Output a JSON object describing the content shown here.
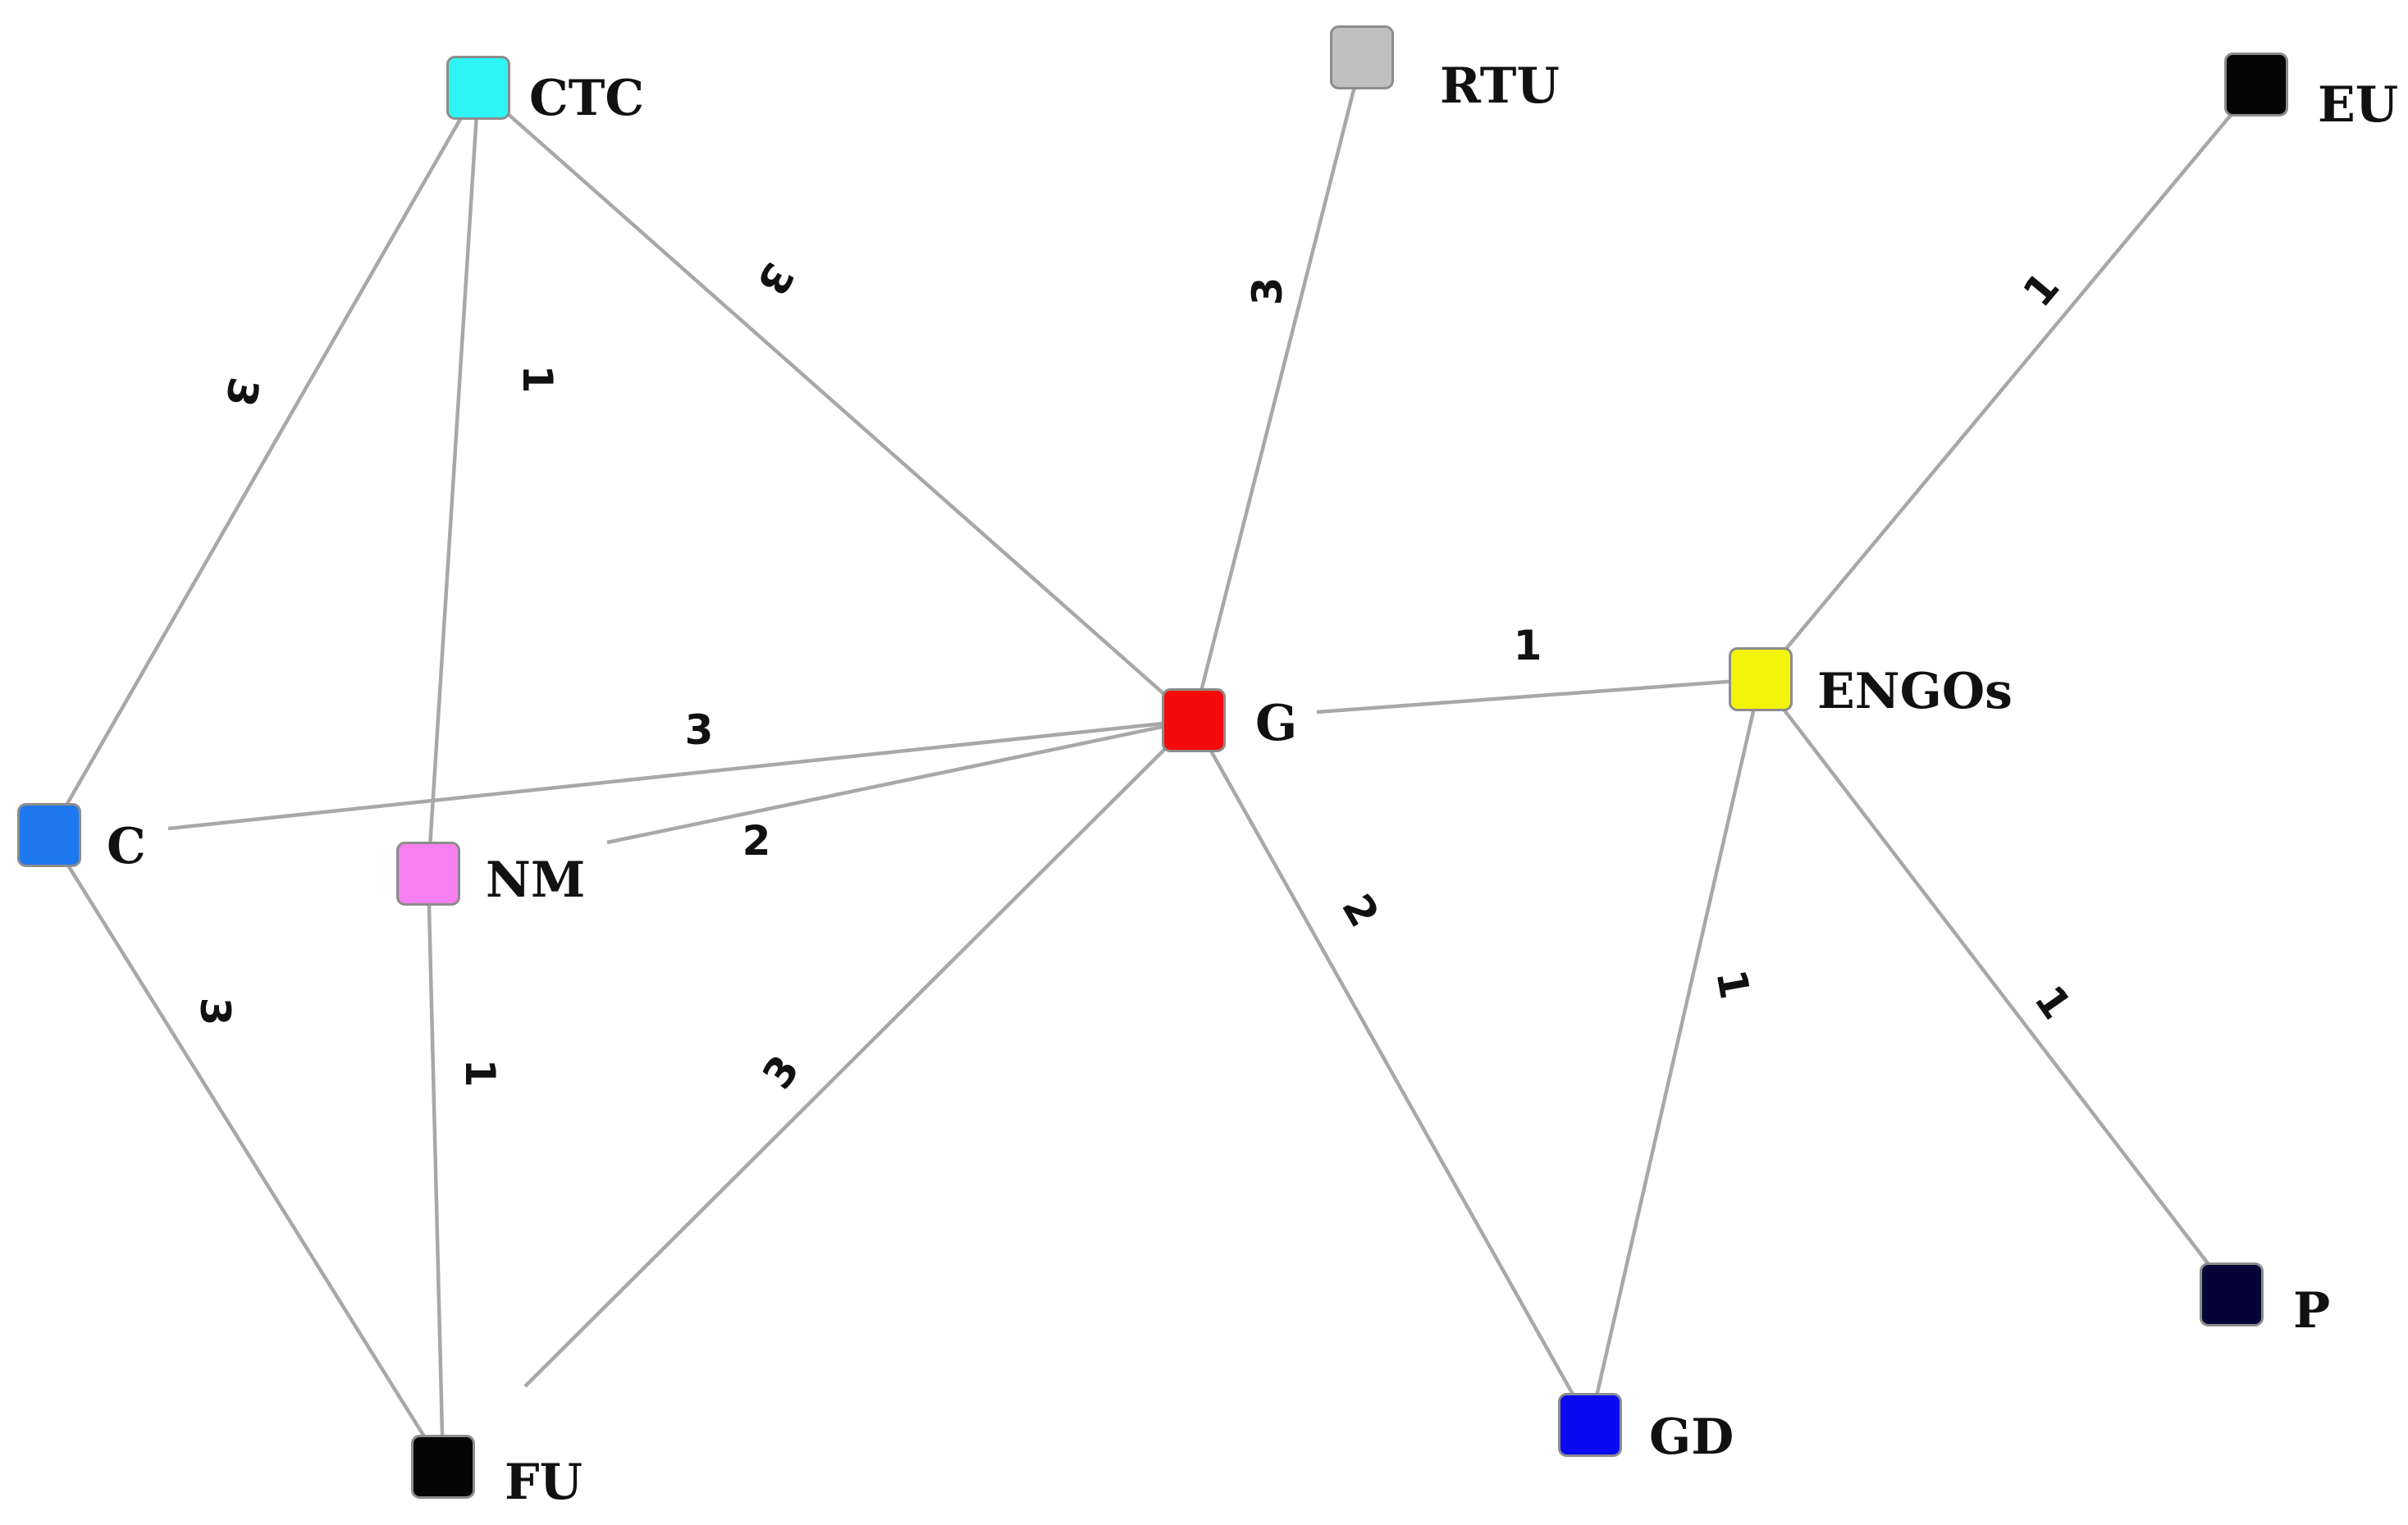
{
  "nodes": [
    {
      "id": "CTC",
      "label": "CTC",
      "color": "#2ff4f4"
    },
    {
      "id": "RTU",
      "label": "RTU",
      "color": "#bfbfbf"
    },
    {
      "id": "EU",
      "label": "EU",
      "color": "#050505"
    },
    {
      "id": "G",
      "label": "G",
      "color": "#f40a0a"
    },
    {
      "id": "ENGOs",
      "label": "ENGOs",
      "color": "#f4f40a"
    },
    {
      "id": "C",
      "label": "C",
      "color": "#1e78f0"
    },
    {
      "id": "NM",
      "label": "NM",
      "color": "#f77ff0"
    },
    {
      "id": "FU",
      "label": "FU",
      "color": "#050505"
    },
    {
      "id": "GD",
      "label": "GD",
      "color": "#0a0af0"
    },
    {
      "id": "P",
      "label": "P",
      "color": "#050535"
    }
  ],
  "edges": [
    {
      "source": "CTC",
      "target": "C",
      "weight": "3"
    },
    {
      "source": "CTC",
      "target": "NM",
      "weight": "1"
    },
    {
      "source": "CTC",
      "target": "G",
      "weight": "3"
    },
    {
      "source": "RTU",
      "target": "G",
      "weight": "3"
    },
    {
      "source": "EU",
      "target": "ENGOs",
      "weight": "1"
    },
    {
      "source": "G",
      "target": "ENGOs",
      "weight": "1"
    },
    {
      "source": "C",
      "target": "G",
      "weight": "3"
    },
    {
      "source": "NM",
      "target": "G",
      "weight": "2"
    },
    {
      "source": "C",
      "target": "FU",
      "weight": "3"
    },
    {
      "source": "NM",
      "target": "FU",
      "weight": "1"
    },
    {
      "source": "FU",
      "target": "G",
      "weight": "3"
    },
    {
      "source": "G",
      "target": "GD",
      "weight": "2"
    },
    {
      "source": "ENGOs",
      "target": "GD",
      "weight": "1"
    },
    {
      "source": "ENGOs",
      "target": "P",
      "weight": "1"
    }
  ]
}
